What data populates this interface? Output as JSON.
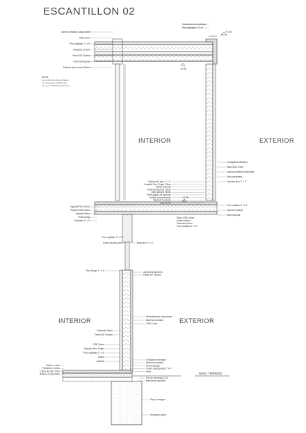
{
  "title": "ESCANTILLON 02",
  "zones": {
    "interior_upper": "INTERIOR",
    "exterior_upper": "EXTERIOR",
    "interior_lower": "INTERIOR",
    "exterior_lower": "EXTERIOR"
  },
  "levels": {
    "top_right": "+3.95",
    "ceiling": "+3.55",
    "floor": "+2.95",
    "ground": "NIVEL TERRENO"
  },
  "annotations": {
    "note_heading": "NOTA:",
    "left_upper": [
      "Lamina metalica autoportante",
      "OSB 11mm",
      "Pino cepillado 2\" x 6\"",
      "Volcanita 12.5mm",
      "Panel SIP 162mm",
      "Vidrio termopanel",
      "Aislante lana mineral 50mm"
    ],
    "note_lines": [
      "Los cortes de vidrio se hacen",
      "en obra segun medida real",
      "una vez instalada la estructura"
    ],
    "right_upper": [
      "Cubierta zinc prepintado",
      "Pino cepillado 2\" x 6\""
    ],
    "mid_left": [
      "Moldura de pino 1\" x 2\"",
      "Junquillo Pino Finger 20mm",
      "Marco aluminio",
      "Vidrio termopanel 20mm",
      "Sello silicona neutro",
      "Perfil angulo de aluminio",
      "Tornillo autoperforante",
      "Fijacion mecanica",
      "OSB 11mm"
    ],
    "mid_right": [
      "Cortagotera aluminio",
      "Tapa OSB 11mm",
      "Lamina metalica prepintada",
      "Sello perimetral",
      "Listones pino 2\" x 2\""
    ],
    "floor_left": [
      "Viga METALCON 2x",
      "Plancha OSB 15mm",
      "Aislante 50mm",
      "Perfil omega",
      "Cadeneta 2\" x 4\""
    ],
    "floor_right": [
      "Pino cepillado 1\" x 4\"",
      "Lamina metalica",
      "Sello espuma"
    ],
    "floor_mid": [
      "Placa OSB 15mm",
      "Solera inferior",
      "Volcanita 15mm",
      "Pino cepillado 1\" x 4\""
    ],
    "column_labels": [
      "Pino cepillado 3\" x 3\"",
      "Unión columna pino"
    ],
    "column_right": [
      "Junta pino 2\" x 2\""
    ],
    "wall_left_labels": [
      "Pino Finger 1\" x 4\""
    ],
    "wall_right_labels": [
      "Junta revestimiento",
      "Panel SIP 162mm"
    ],
    "lower_left": [
      "Volcanita 15mm",
      "Panel SIP 162mm"
    ],
    "lower_right": [
      "Revestimiento siding 8mm",
      "Barrera humedad",
      "OSB 11mm"
    ],
    "base_left": [
      "OSB 15mm",
      "Junquillo Pino Finger",
      "Pino cepillado 1\" x 4\"",
      "Solera",
      "Aislante"
    ],
    "base_left2": [
      "Radier e=8cm",
      "Polietileno 0.2mm",
      "Cama de ripio 10cm",
      "Relleno compactado"
    ],
    "base_right": [
      "Fundacion hormigon",
      "Barrera humedad",
      "Perno anclaje",
      "Solera impregnada 2\" x 4\"",
      "Sello"
    ],
    "base_right2": [
      "Fdt. de cementos 1:10",
      "Membrana asfaltica"
    ],
    "foot_right": [
      "Poyo hormigon",
      "Hormigon pobre"
    ]
  }
}
